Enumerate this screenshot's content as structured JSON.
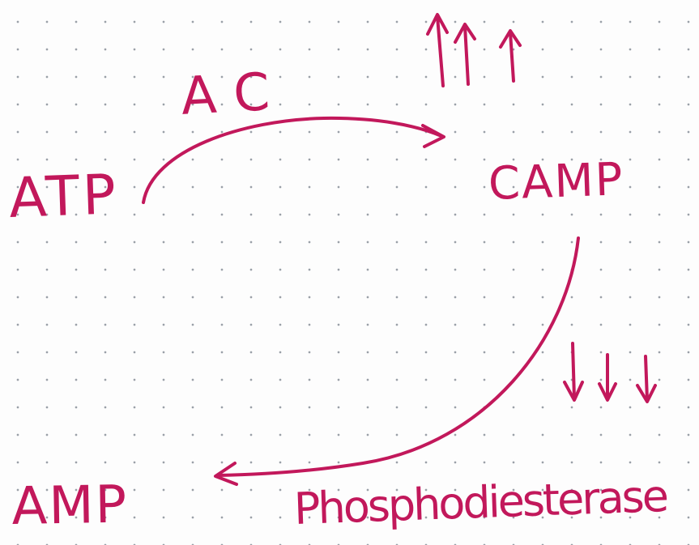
{
  "colors": {
    "ink": "#c2185b"
  },
  "labels": {
    "enzyme_top": "AC",
    "substrate": "ATP",
    "product": "CAMP",
    "end_product": "AMP",
    "enzyme_bottom": "Phosphodiesterase"
  },
  "indicators": {
    "increase": "increase-arrows-icon",
    "decrease": "decrease-arrows-icon"
  }
}
